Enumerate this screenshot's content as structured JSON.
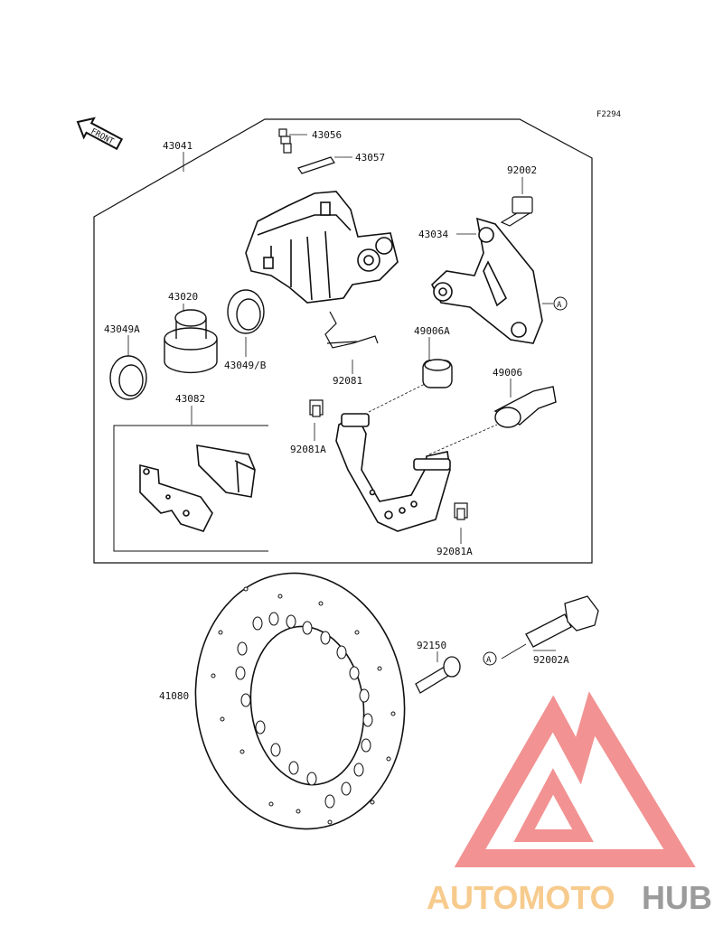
{
  "diagram": {
    "code": "F2294",
    "front_arrow": "FRONT",
    "ref_marker": "A",
    "labels": {
      "p43041": "43041",
      "p43056": "43056",
      "p43057": "43057",
      "p92002": "92002",
      "p43034": "43034",
      "p43020": "43020",
      "p43049A": "43049A",
      "p43049B": "43049/B",
      "p49006A": "49006A",
      "p49006": "49006",
      "p92081": "92081",
      "p43082": "43082",
      "p92081A_1": "92081A",
      "p92081A_2": "92081A",
      "p41080": "41080",
      "p92150": "92150",
      "p92002A": "92002A"
    }
  },
  "watermark": {
    "part1": "AUTOMOTO",
    "part2": "HUB",
    "color_main": "#f08080",
    "color_accent": "#f6c27a",
    "color_dark": "#8a8a8a"
  }
}
